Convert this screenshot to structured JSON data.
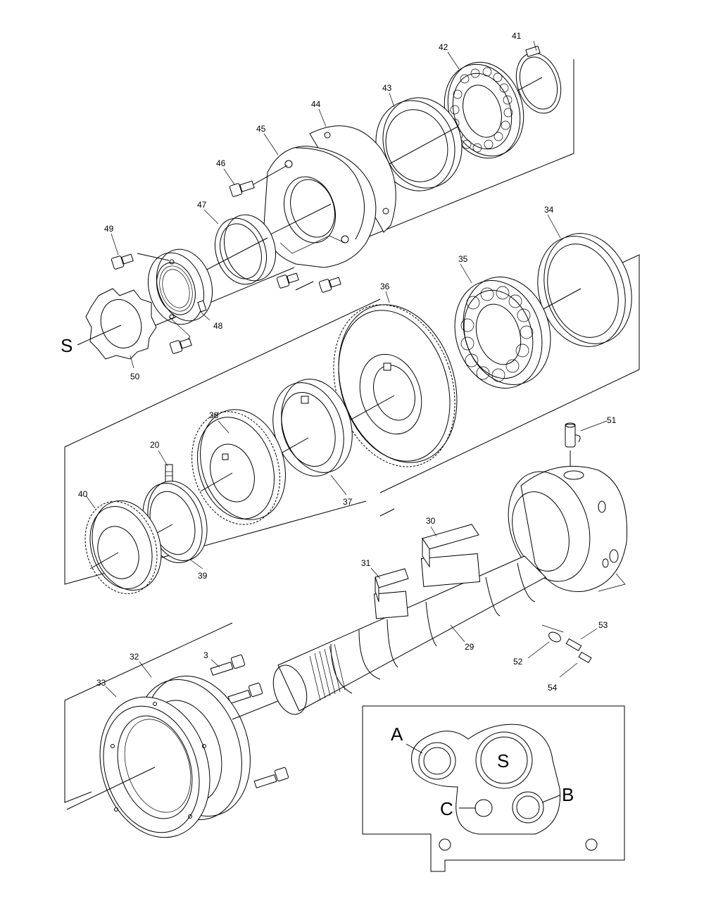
{
  "parts": {
    "p3": "3",
    "p20": "20",
    "p29": "29",
    "p30": "30",
    "p31": "31",
    "p32": "32",
    "p33": "33",
    "p34": "34",
    "p35": "35",
    "p36": "36",
    "p37": "37",
    "p38": "38",
    "p39": "39",
    "p40": "40",
    "p41": "41",
    "p42": "42",
    "p43": "43",
    "p44": "44",
    "p45": "45",
    "p46": "46",
    "p47": "47",
    "p48": "48",
    "p49": "49",
    "p50": "50",
    "p51": "51",
    "p52": "52",
    "p53": "53",
    "p54": "54"
  },
  "ports": {
    "s_left": "S",
    "a": "A",
    "s": "S",
    "b": "B",
    "c": "C"
  }
}
